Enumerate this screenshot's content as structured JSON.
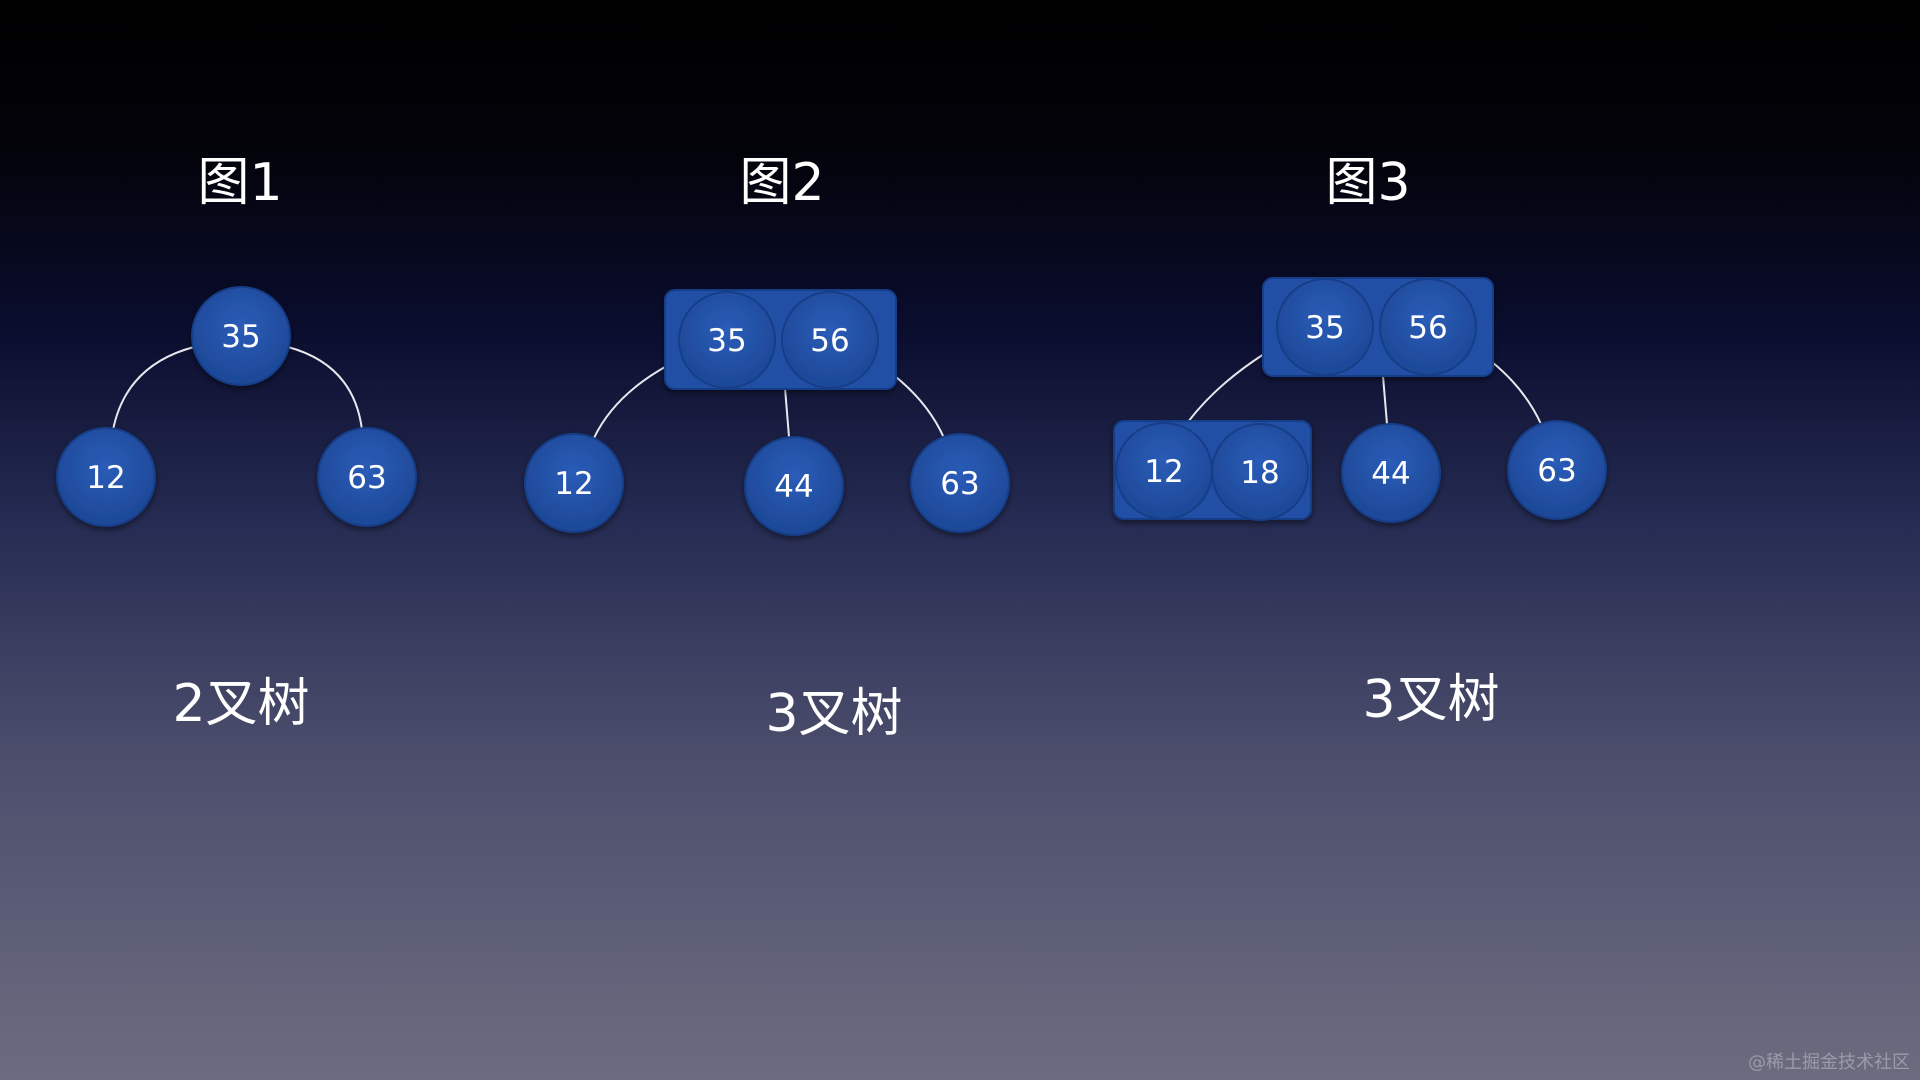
{
  "figures": [
    {
      "title": "图1",
      "caption": "2叉树"
    },
    {
      "title": "图2",
      "caption": "3叉树"
    },
    {
      "title": "图3",
      "caption": "3叉树"
    }
  ],
  "nodes": {
    "f1_root": "35",
    "f1_left": "12",
    "f1_right": "63",
    "f2_root_a": "35",
    "f2_root_b": "56",
    "f2_left": "12",
    "f2_mid": "44",
    "f2_right": "63",
    "f3_root_a": "35",
    "f3_root_b": "56",
    "f3_left_a": "12",
    "f3_left_b": "18",
    "f3_mid": "44",
    "f3_right": "63"
  },
  "colors": {
    "node_fill": "#2150a6",
    "node_stroke": "#173e88",
    "box_fill": "#2150a6",
    "edge": "#e8e8ef"
  },
  "watermark": "@稀土掘金技术社区"
}
